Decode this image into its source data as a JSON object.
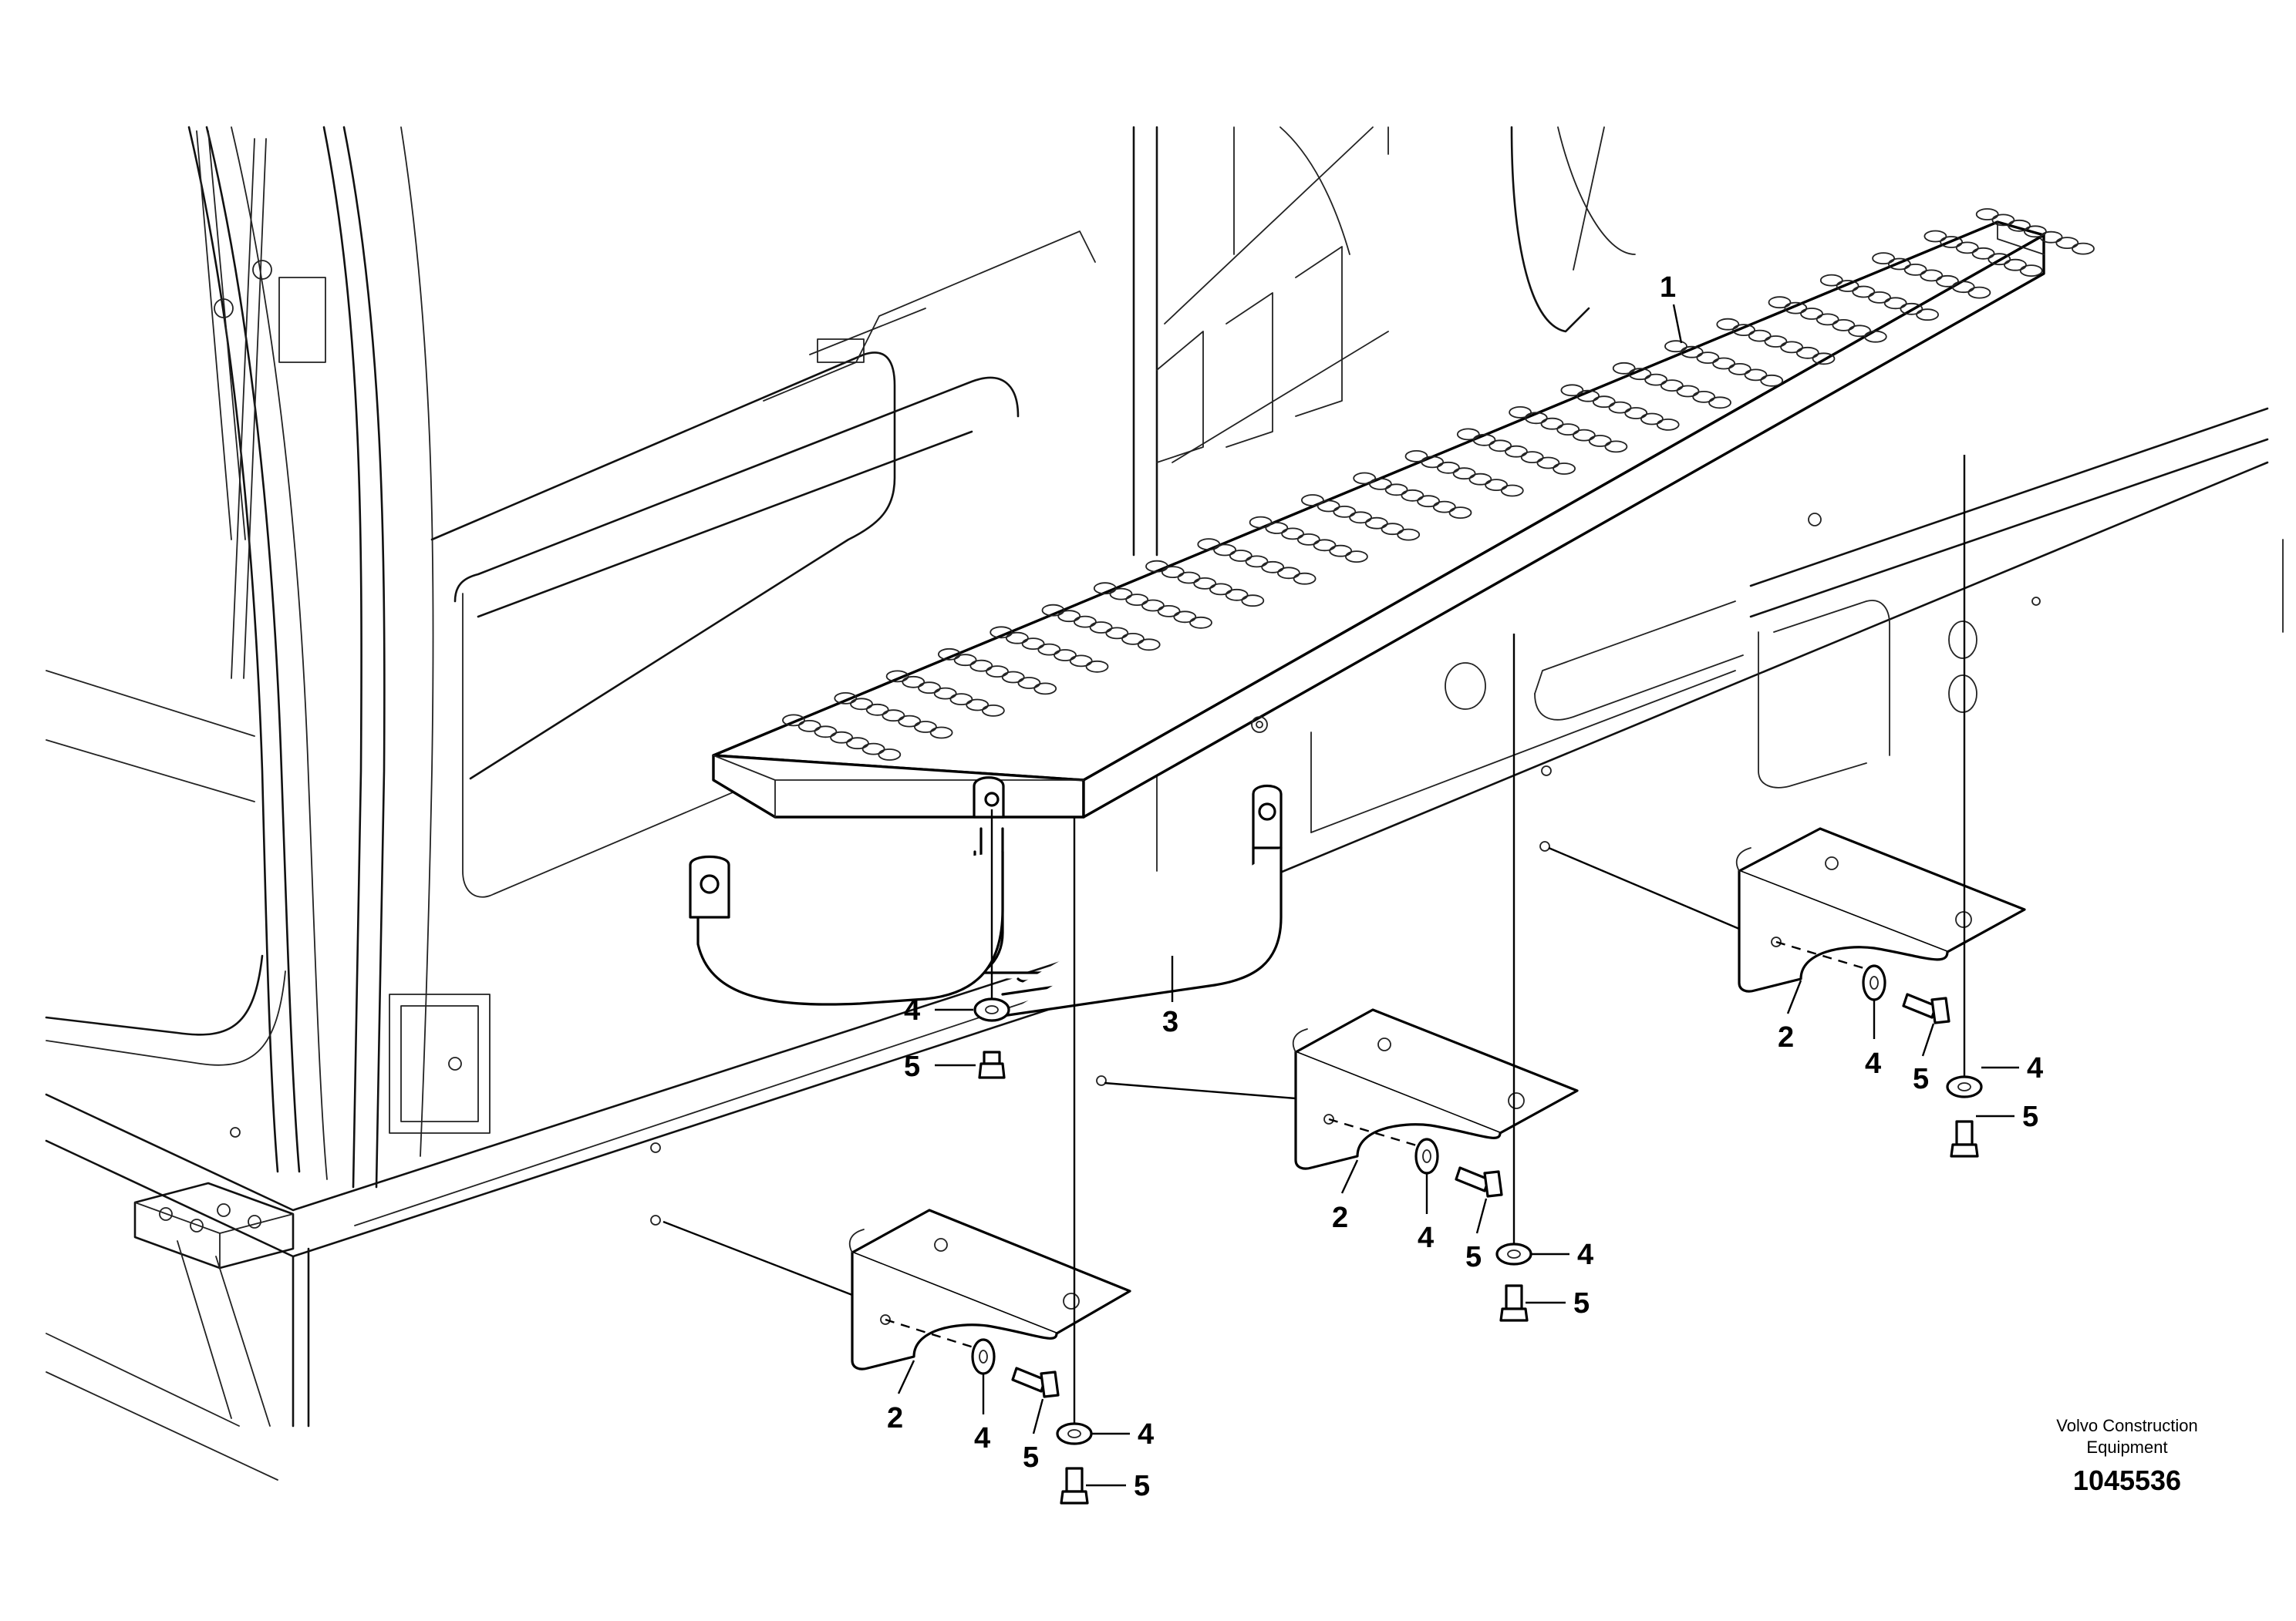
{
  "callouts": [
    {
      "id": "c1",
      "label": "1"
    },
    {
      "id": "c2a",
      "label": "2"
    },
    {
      "id": "c2b",
      "label": "2"
    },
    {
      "id": "c2c",
      "label": "2"
    },
    {
      "id": "c3",
      "label": "3"
    },
    {
      "id": "c4a",
      "label": "4"
    },
    {
      "id": "c4b",
      "label": "4"
    },
    {
      "id": "c4c",
      "label": "4"
    },
    {
      "id": "c4d",
      "label": "4"
    },
    {
      "id": "c4e",
      "label": "4"
    },
    {
      "id": "c4f",
      "label": "4"
    },
    {
      "id": "c4g",
      "label": "4"
    },
    {
      "id": "c5a",
      "label": "5"
    },
    {
      "id": "c5b",
      "label": "5"
    },
    {
      "id": "c5c",
      "label": "5"
    },
    {
      "id": "c5d",
      "label": "5"
    },
    {
      "id": "c5e",
      "label": "5"
    },
    {
      "id": "c5f",
      "label": "5"
    },
    {
      "id": "c5g",
      "label": "5"
    }
  ],
  "credit": {
    "line1": "Volvo Construction",
    "line2": "Equipment"
  },
  "reference_number": "1045536"
}
